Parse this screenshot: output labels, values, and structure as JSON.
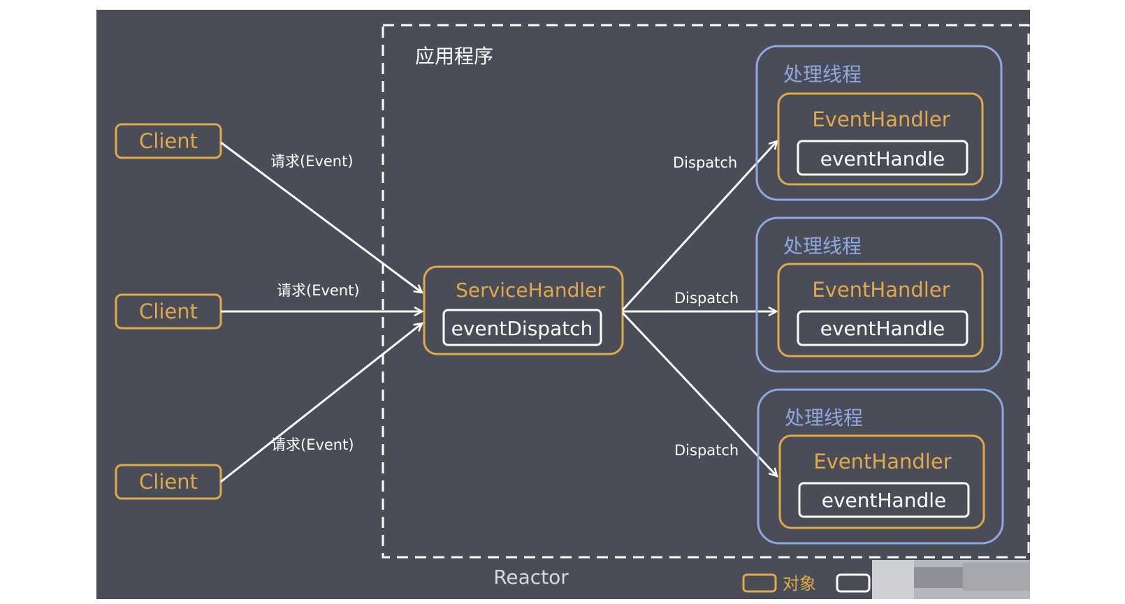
{
  "app_label": "应用程序",
  "reactor_label": "Reactor",
  "clients": [
    "Client",
    "Client",
    "Client"
  ],
  "request_label": "请求(Event)",
  "service_handler": {
    "title": "ServiceHandler",
    "method": "eventDispatch"
  },
  "dispatch_label": "Dispatch",
  "thread_label": "处理线程",
  "event_handler": {
    "title": "EventHandler",
    "method": "eventHandle"
  },
  "legend": {
    "object_label": "对象"
  },
  "colors": {
    "background": "#4a4c57",
    "object": "#e0a94a",
    "thread": "#8fa8df",
    "method": "#ffffff",
    "line": "#ffffff"
  }
}
